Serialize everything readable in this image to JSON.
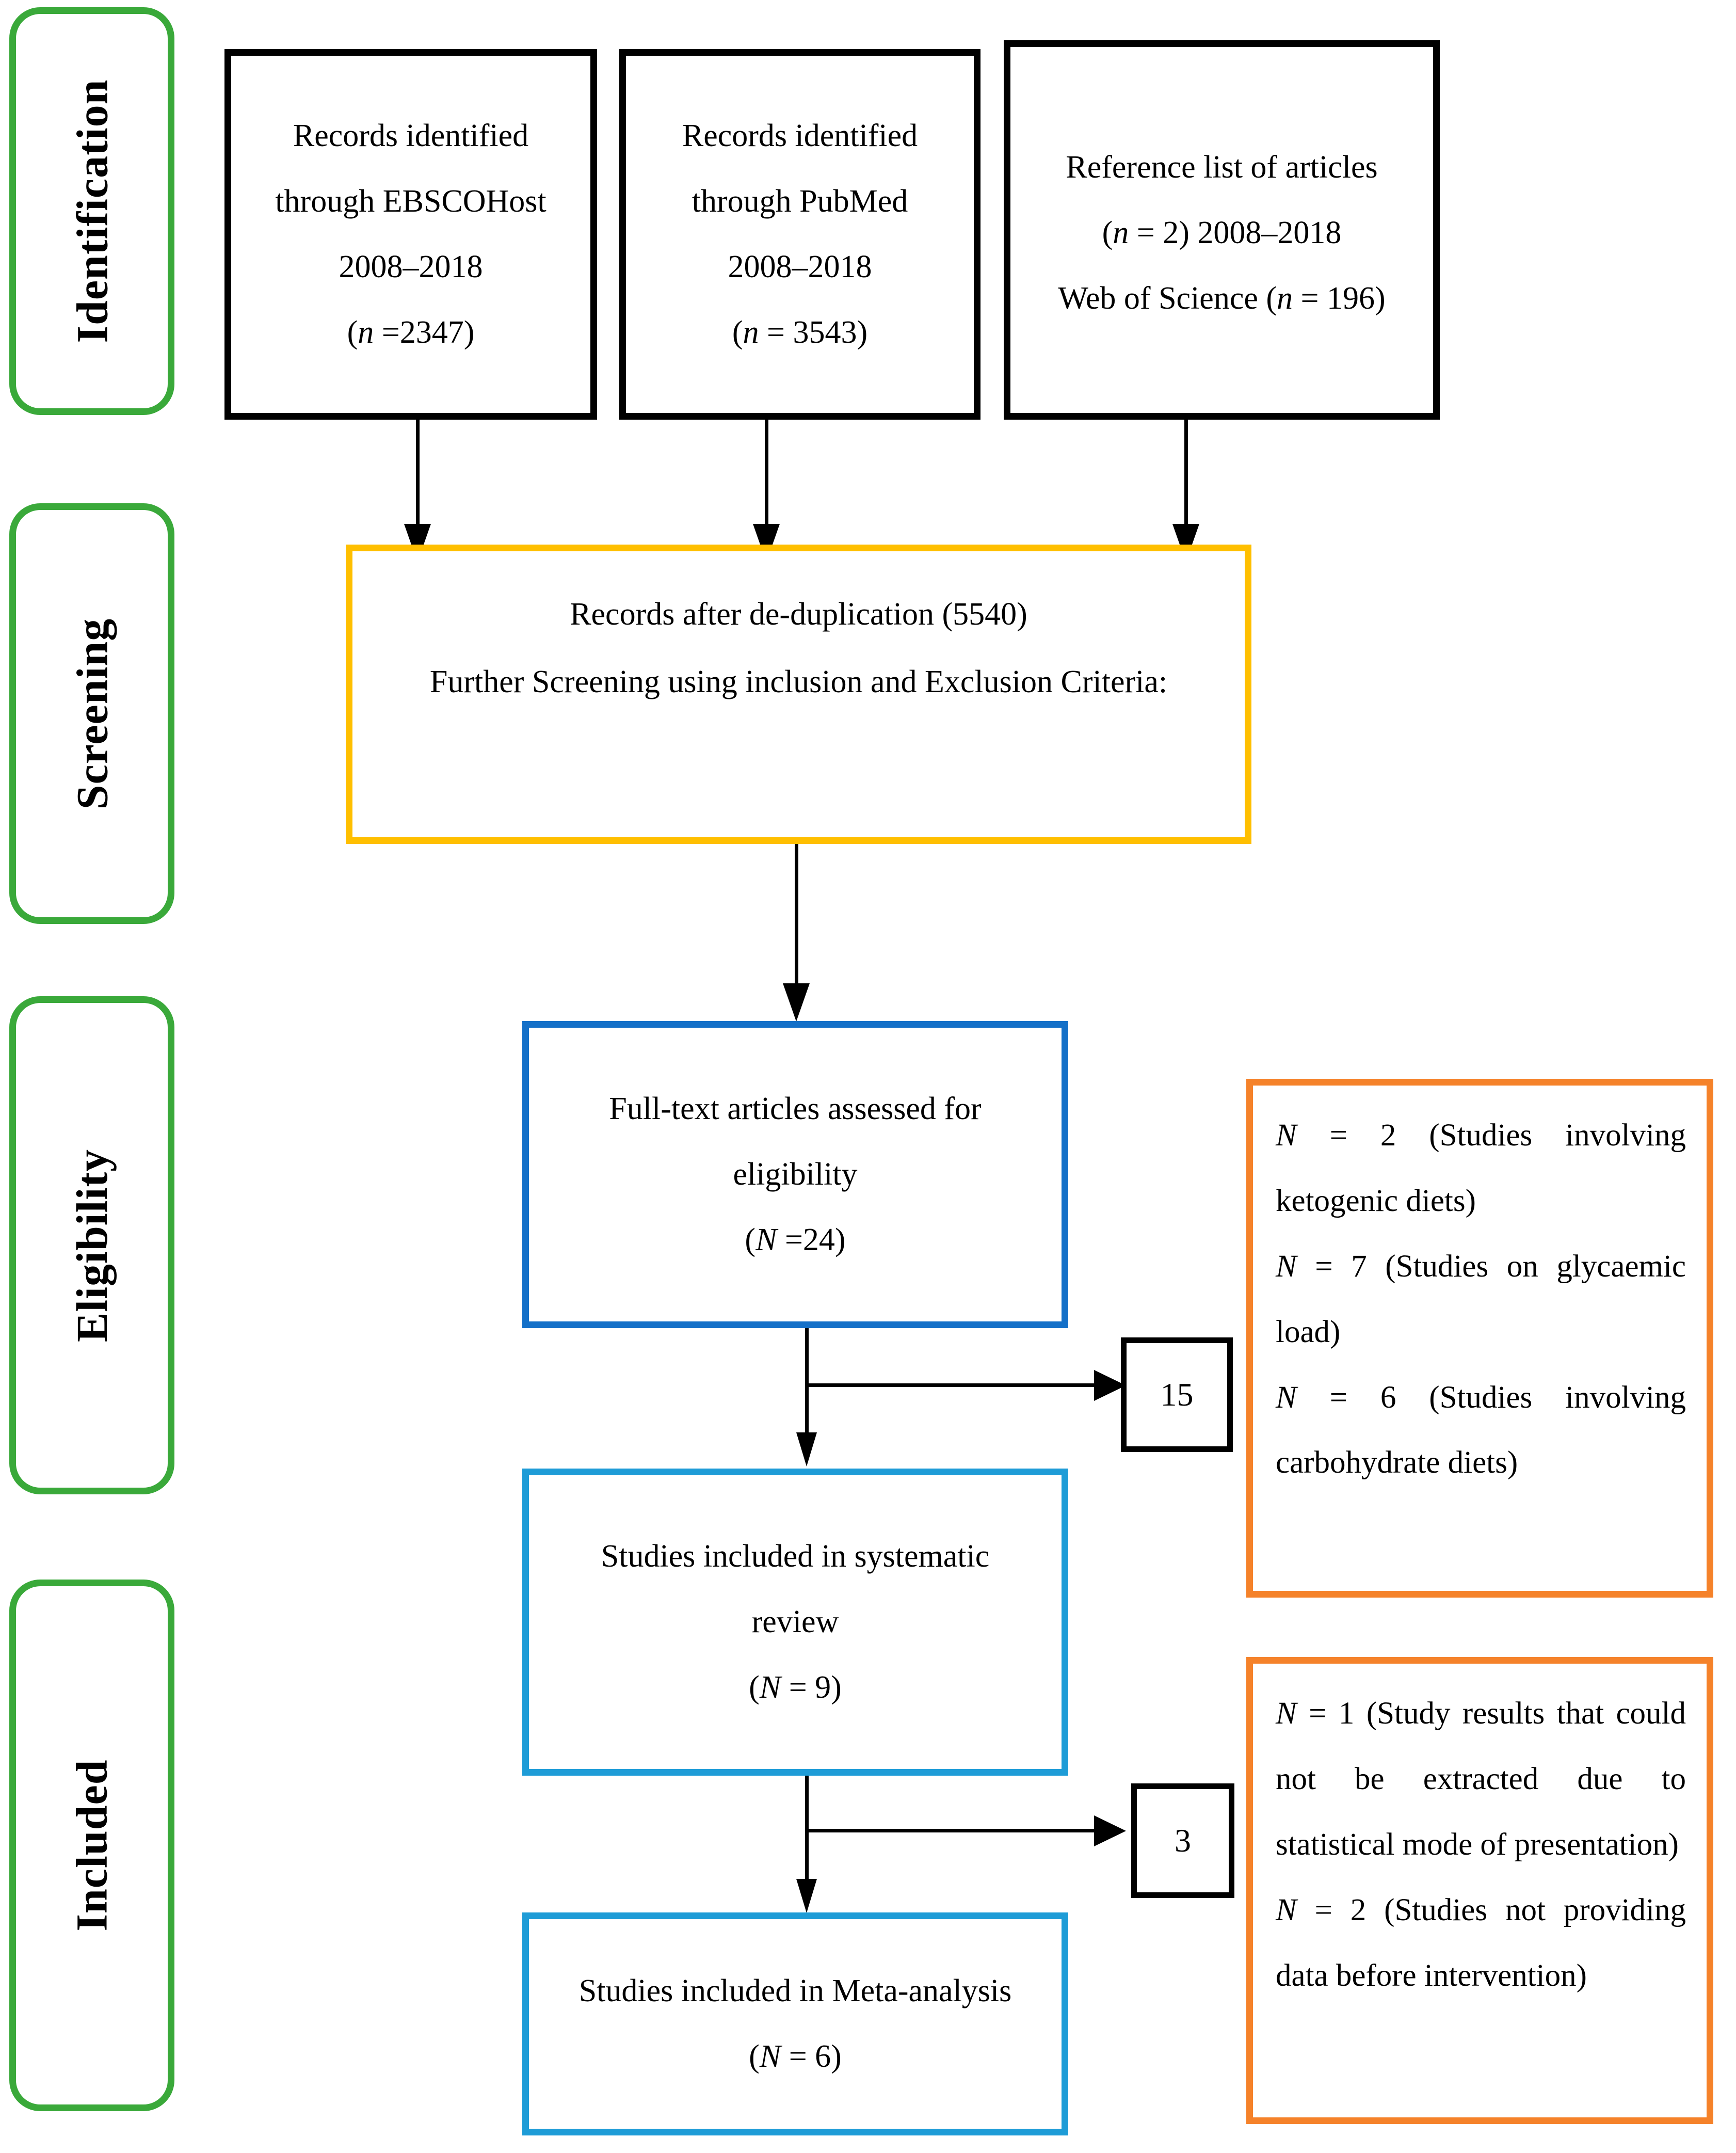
{
  "diagram": {
    "title": "PRISMA flow diagram",
    "colors": {
      "stage_label_border": "#3aa93a",
      "identification_box_border": "#000000",
      "screening_box_border": "#FFBF00",
      "eligibility_box_border": "#1470C8",
      "included_box_border": "#1E9CD7",
      "exclusion_box_border": "#F5822A",
      "connector": "#000000"
    }
  },
  "stages": [
    {
      "key": "identification",
      "label": "Identification"
    },
    {
      "key": "screening",
      "label": "Screening"
    },
    {
      "key": "eligibility",
      "label": "Eligibility"
    },
    {
      "key": "included",
      "label": "Included"
    }
  ],
  "identification": {
    "sources": [
      {
        "line1": "Records identified",
        "line2": "through EBSCOHost",
        "line3": "2008–2018",
        "count_prefix": "(",
        "count_var": "n",
        "count_value": " =2347)"
      },
      {
        "line1": "Records identified",
        "line2": "through PubMed",
        "line3": "2008–2018",
        "count_prefix": "(",
        "count_var": "n",
        "count_value": " = 3543)"
      },
      {
        "line1": "Reference list of articles",
        "line2_prefix": "(",
        "line2_var": "n",
        "line2_suffix": " = 2) 2008–2018",
        "line3_prefix": "Web of Science (",
        "line3_var": "n",
        "line3_suffix": " = 196)"
      }
    ]
  },
  "screening": {
    "line1": "Records after de-duplication (5540)",
    "line2": "Further Screening using inclusion and Exclusion Criteria:"
  },
  "eligibility": {
    "fulltext_box": {
      "line1": "Full-text articles assessed for",
      "line2": "eligibility",
      "count_prefix": "(",
      "count_var": "N",
      "count_value": " =24)"
    },
    "excluded_count": "15",
    "excluded_reasons": [
      {
        "var": "N",
        "text": " = 2 (Studies involving ketogenic diets)"
      },
      {
        "var": "N",
        "text": " = 7 (Studies on glycaemic load)"
      },
      {
        "var": "N",
        "text": " = 6 (Studies involving carbohydrate diets)"
      }
    ]
  },
  "included": {
    "systematic_review_box": {
      "line1": "Studies included in systematic",
      "line2": "review",
      "count_prefix": "(",
      "count_var": "N",
      "count_value": " = 9)"
    },
    "meta_analysis_box": {
      "line1": "Studies included in Meta-analysis",
      "count_prefix": "(",
      "count_var": "N",
      "count_value": " = 6)"
    },
    "excluded_count": "3",
    "excluded_reasons": [
      {
        "var": "N",
        "text": " = 1 (Study results that could not be extracted due to statistical mode of presentation)"
      },
      {
        "var": "N",
        "text": " = 2 (Studies not providing data before intervention)"
      }
    ]
  }
}
